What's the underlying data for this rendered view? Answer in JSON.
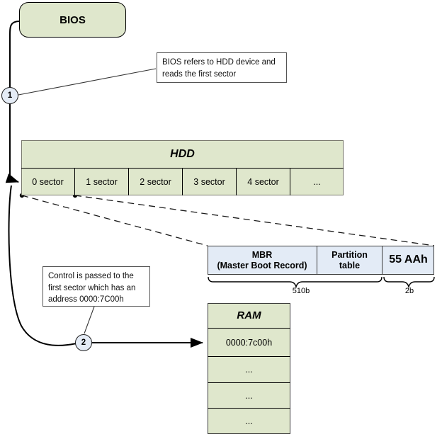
{
  "diagram": {
    "title": "BIOS boot sequence / MBR load to RAM",
    "colors": {
      "green_fill": "#dfe7cc",
      "blue_fill": "#e3ebf6",
      "marker_fill": "#e5ecf6",
      "stroke": "#000000",
      "table_border": "#7a7a6e",
      "note_border": "#555555"
    }
  },
  "bios": {
    "label": "BIOS"
  },
  "notes": {
    "note1": "BIOS refers to HDD device and reads the first sector",
    "note2": "Control is passed to the first sector which has an address 0000:7C00h"
  },
  "markers": {
    "one": "1",
    "two": "2"
  },
  "hdd": {
    "title": "HDD",
    "sectors": [
      {
        "label": "0 sector"
      },
      {
        "label": "1 sector"
      },
      {
        "label": "2 sector"
      },
      {
        "label": "3 sector"
      },
      {
        "label": "4 sector"
      },
      {
        "label": "..."
      }
    ]
  },
  "mbr": {
    "cells": [
      {
        "label": "MBR\n(Master Boot Record)",
        "line1": "MBR",
        "line2": "(Master Boot Record)"
      },
      {
        "label": "Partition\ntable",
        "line1": "Partition",
        "line2": "table"
      },
      {
        "label": "55 AAh",
        "line1": "55 AAh",
        "line2": ""
      }
    ],
    "braces": [
      {
        "label": "510b"
      },
      {
        "label": "2b"
      }
    ]
  },
  "ram": {
    "title": "RAM",
    "rows": [
      {
        "label": "0000:7c00h"
      },
      {
        "label": "..."
      },
      {
        "label": "..."
      },
      {
        "label": "..."
      }
    ]
  }
}
